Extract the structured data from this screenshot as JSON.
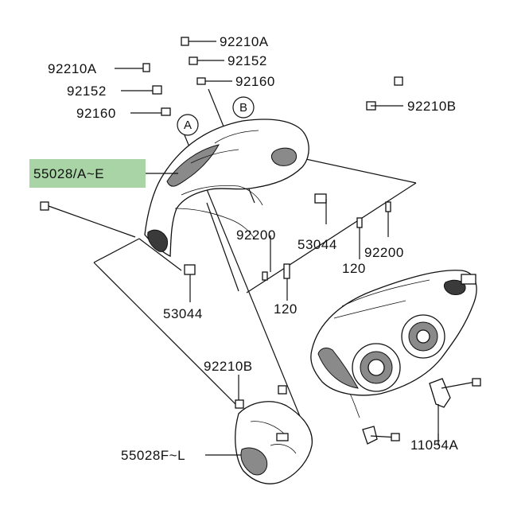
{
  "diagram": {
    "highlight_color": "#a9d5a6",
    "callouts": {
      "c_92210A_top": "92210A",
      "c_92152_top": "92152",
      "c_92160_top": "92160",
      "c_92210A_left": "92210A",
      "c_92152_left": "92152",
      "c_92160_left": "92160",
      "c_92210B_right": "92210B",
      "c_55028_AE": "55028/A~E",
      "c_53044_right": "53044",
      "c_92200_mid": "92200",
      "c_120_right": "120",
      "c_92200_right": "92200",
      "c_120_mid": "120",
      "c_53044_left": "53044",
      "c_92210B_low": "92210B",
      "c_55028_FL": "55028F~L",
      "c_11054A": "11054A"
    },
    "refs": {
      "ref_A": "A",
      "ref_B": "B"
    }
  }
}
